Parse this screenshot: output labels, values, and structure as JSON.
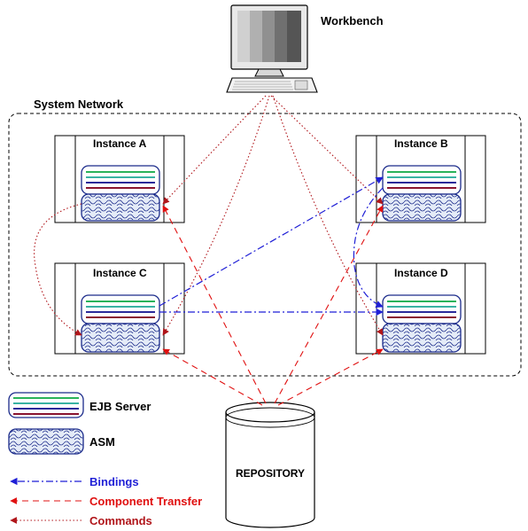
{
  "workbench": {
    "label": "Workbench"
  },
  "network": {
    "label": "System Network"
  },
  "instances": [
    {
      "id": "a",
      "label": "Instance A"
    },
    {
      "id": "b",
      "label": "Instance B"
    },
    {
      "id": "c",
      "label": "Instance C"
    },
    {
      "id": "d",
      "label": "Instance D"
    }
  ],
  "repository": {
    "label": "REPOSITORY"
  },
  "legend": {
    "ejb_server": "EJB Server",
    "asm": "ASM",
    "bindings": "Bindings",
    "component_transfer": "Component Transfer",
    "commands": "Commands"
  },
  "colors": {
    "bindings": "#1f1fd6",
    "component_transfer": "#e01010",
    "commands": "#b0151a",
    "ejb_stripes": [
      "#2ab35a",
      "#39b3a3",
      "#2a2a9a",
      "#8a1530"
    ],
    "asm_fill": "#dfe6f5"
  }
}
